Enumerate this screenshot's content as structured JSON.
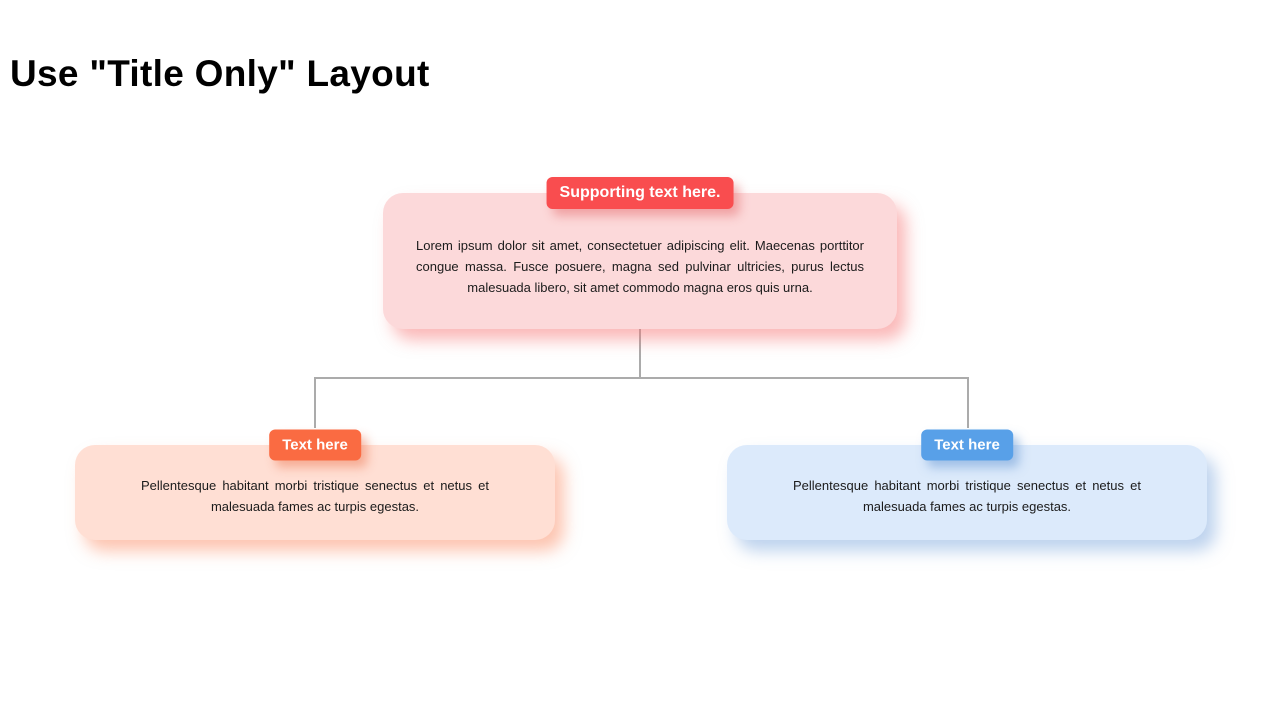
{
  "page": {
    "title": "Use \"Title Only\" Layout"
  },
  "diagram": {
    "connector_color": "#ababab",
    "root": {
      "badge": "Supporting text here.",
      "body": "Lorem ipsum dolor sit amet, consectetuer adipiscing elit. Maecenas porttitor congue massa. Fusce posuere, magna sed pulvinar ultricies, purus lectus malesuada libero, sit amet commodo magna eros quis urna.",
      "badge_color": "#f94d4f",
      "card_color": "#fcd9da"
    },
    "children": [
      {
        "badge": "Text here",
        "body": "Pellentesque habitant morbi tristique senectus et netus et malesuada fames ac turpis egestas.",
        "badge_color": "#fa6b42",
        "card_color": "#ffdfd4"
      },
      {
        "badge": "Text here",
        "body": "Pellentesque habitant morbi tristique senectus et netus et malesuada fames ac turpis egestas.",
        "badge_color": "#58a0e8",
        "card_color": "#dceafb"
      }
    ]
  }
}
